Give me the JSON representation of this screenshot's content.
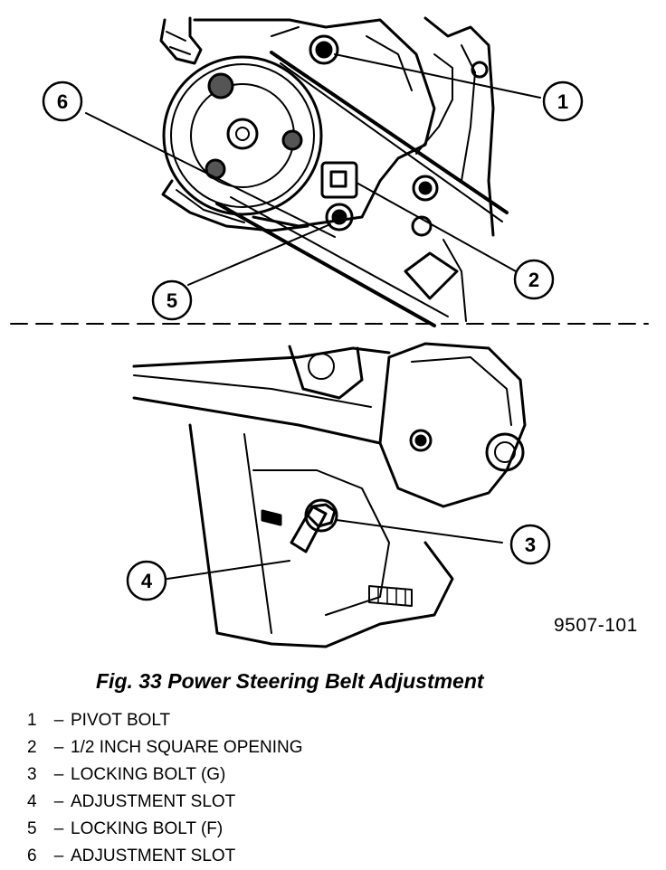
{
  "figure": {
    "id_code": "9507-101",
    "caption": "Fig. 33 Power Steering Belt Adjustment"
  },
  "callouts": [
    "1",
    "2",
    "3",
    "4",
    "5",
    "6"
  ],
  "legend": [
    {
      "number": "1",
      "separator": "–",
      "text": "PIVOT BOLT"
    },
    {
      "number": "2",
      "separator": "–",
      "text": "1/2 INCH SQUARE OPENING"
    },
    {
      "number": "3",
      "separator": "–",
      "text": "LOCKING BOLT (G)"
    },
    {
      "number": "4",
      "separator": "–",
      "text": "ADJUSTMENT SLOT"
    },
    {
      "number": "5",
      "separator": "–",
      "text": "LOCKING BOLT (F)"
    },
    {
      "number": "6",
      "separator": "–",
      "text": "ADJUSTMENT SLOT"
    }
  ]
}
